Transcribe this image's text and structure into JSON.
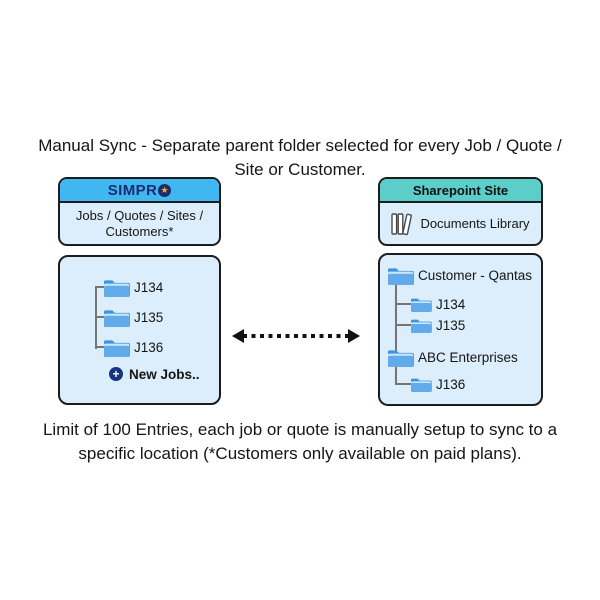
{
  "title": {
    "line1": "Manual Sync - Separate parent folder selected for every Job / Quote /",
    "line2": "Site or Customer."
  },
  "footer": {
    "line1": "Limit of 100 Entries, each job or quote is manually setup to sync to a",
    "line2": "specific location (*Customers only available on paid plans)."
  },
  "simpro": {
    "logo_text": "SIMPR",
    "logo_star": "★",
    "subtitle_line1": "Jobs / Quotes / Sites /",
    "subtitle_line2": "Customers*",
    "folders": [
      "J134",
      "J135",
      "J136"
    ],
    "new_jobs_label": "New Jobs..",
    "plus_glyph": "+"
  },
  "sharepoint": {
    "header": "Sharepoint Site",
    "library_label": "Documents Library",
    "root1_label": "Customer - Qantas",
    "root1_children": [
      "J134",
      "J135"
    ],
    "root2_label": "ABC Enterprises",
    "root2_children": [
      "J136"
    ]
  },
  "colors": {
    "simpro_header_blue": "#41B7F1",
    "simpro_navy": "#1A2C6E",
    "star_gold": "#F5B021",
    "sharepoint_teal": "#5BCEC9",
    "panel_light_blue": "#DCEEFB",
    "folder_back_blue": "#3E93DE",
    "folder_front_blue": "#61ABEB",
    "plus_circle_navy": "#17357E",
    "border_dark": "#1C1C1C",
    "arrow_black": "#111111",
    "tree_line_grey": "#757575"
  }
}
